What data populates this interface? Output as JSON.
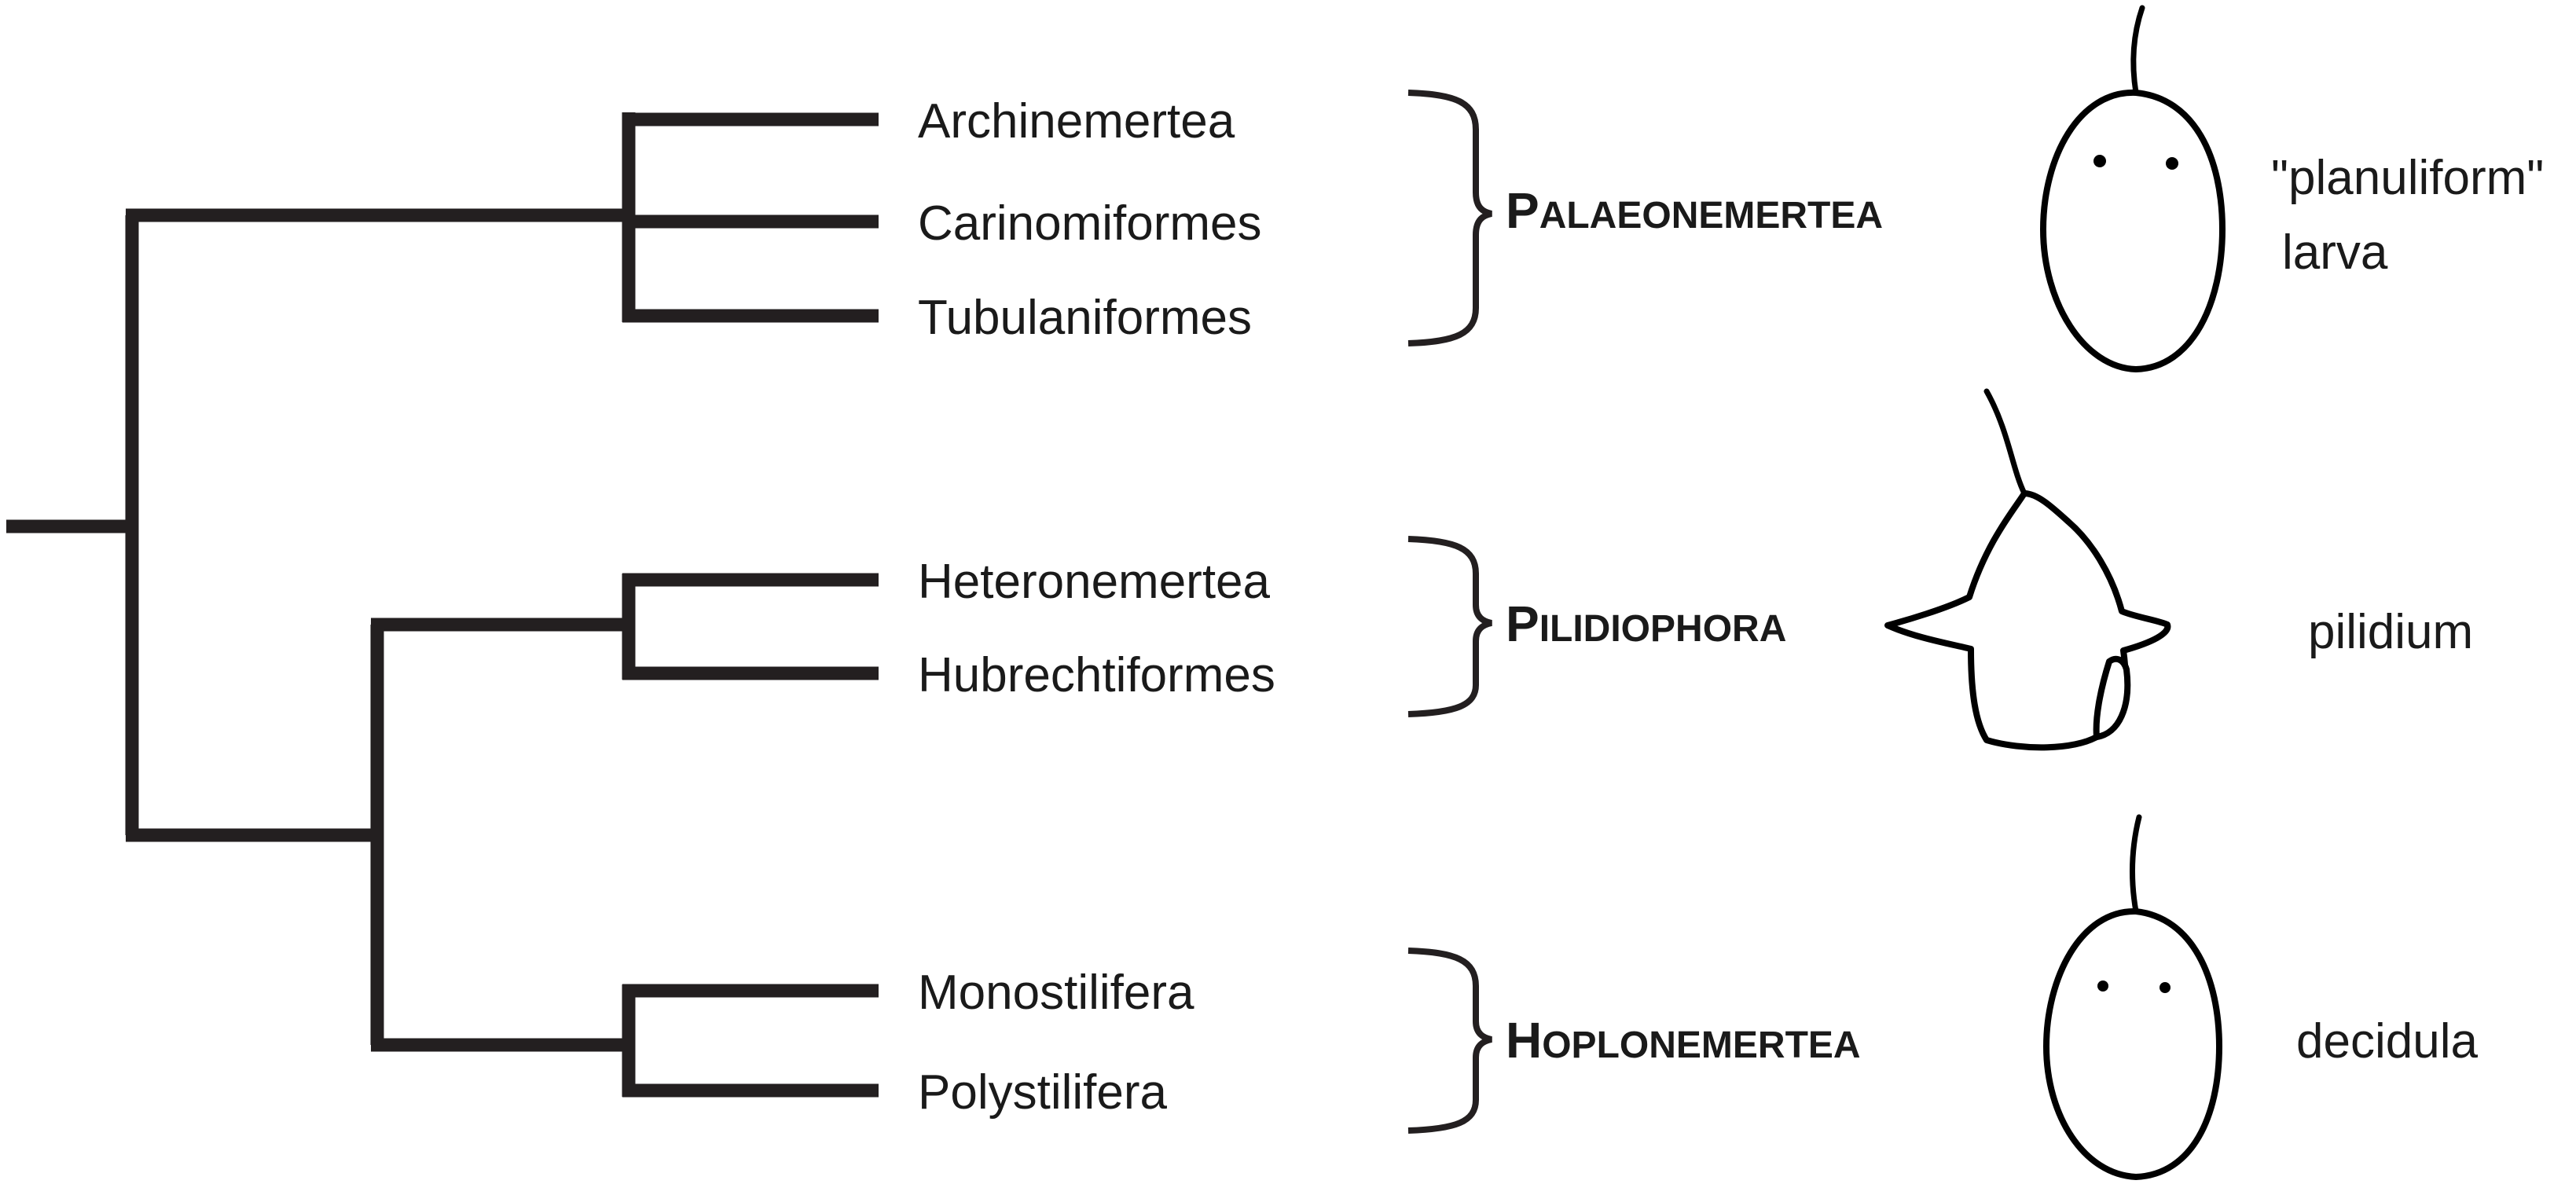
{
  "taxa": [
    "Archinemertea",
    "Carinomiformes",
    "Tubulaniformes",
    "Heteronemertea",
    "Hubrechtiformes",
    "Monostilifera",
    "Polystilifera"
  ],
  "clades": [
    {
      "initial": "P",
      "rest": "ALAEONEMERTEA"
    },
    {
      "initial": "P",
      "rest": "ILIDIOPHORA"
    },
    {
      "initial": "H",
      "rest": "OPLONEMERTEA"
    }
  ],
  "larvae": [
    {
      "line1": "\"planuliform\"",
      "line2": "larva"
    },
    {
      "line1": "pilidium"
    },
    {
      "line1": "decidula"
    }
  ],
  "colors": {
    "line": "#231f20",
    "text": "#1a1a1a",
    "background": "#ffffff"
  }
}
